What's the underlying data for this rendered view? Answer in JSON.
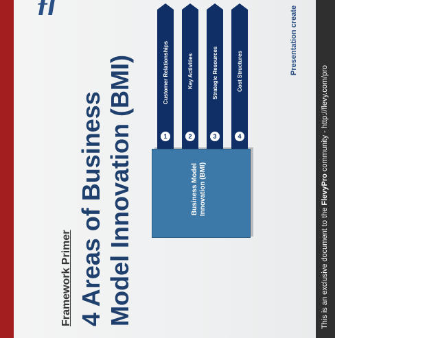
{
  "slide": {
    "section_label": "Framework Primer",
    "title": "4 Areas of Business Model Innovation (BMI)",
    "center_box_label": "Business Model Innovation (BMI)",
    "areas": [
      {
        "number": "1",
        "label": "Customer Relationships"
      },
      {
        "number": "2",
        "label": "Key Activities"
      },
      {
        "number": "3",
        "label": "Strategic Resources"
      },
      {
        "number": "4",
        "label": "Cost Structures"
      }
    ],
    "presentation_created": "Presentation create",
    "disclaimer_prefix": "This is an exclusive document to the ",
    "disclaimer_brand": "FlevyPro",
    "disclaimer_suffix": " community - http://flevy.com/pro",
    "logo_fragment": "fl"
  },
  "colors": {
    "red_edge": "#a31f1f",
    "title_blue": "#1f3f6d",
    "box_blue": "#3c78a8",
    "tab_navy": "#0f2f66",
    "dark_band": "#2f2f2f"
  }
}
